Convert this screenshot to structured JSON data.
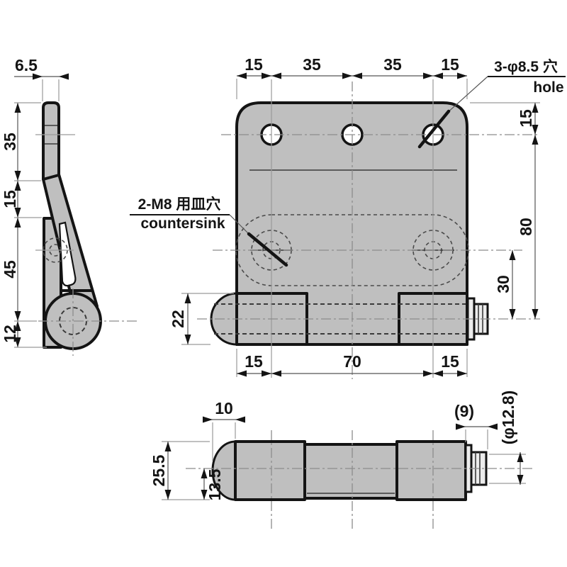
{
  "side_view": {
    "width": "6.5",
    "h35": "35",
    "h15": "15",
    "h45": "45",
    "h12": "12"
  },
  "plan_view": {
    "top15l": "15",
    "top35l": "35",
    "top35r": "35",
    "top15r": "15",
    "right15": "15",
    "right80": "80",
    "right30": "30",
    "left22": "22",
    "bot15l": "15",
    "bot70": "70",
    "bot15r": "15",
    "hole_callout_jp": "3-φ8.5 穴",
    "hole_callout_en": "hole",
    "countersink_callout_jp": "2-M8 用皿穴",
    "countersink_callout_en": "countersink"
  },
  "front_view": {
    "cap10": "10",
    "h255": "25.5",
    "axis135": "13.5",
    "pin9": "(9)",
    "pin_dia": "(φ12.8)"
  },
  "colors": {
    "background": "#ffffff",
    "part_fill": "#bfbfbf",
    "outline": "#141414",
    "dimension_line": "#555555",
    "center_line": "#8c8c8c"
  }
}
